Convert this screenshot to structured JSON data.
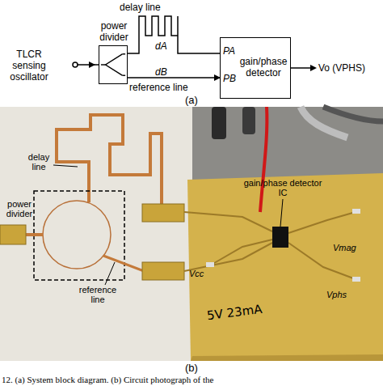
{
  "diagram": {
    "caption": "12. (a) System block diagram. (b) Circuit photograph of the",
    "nodes": [
      {
        "text": [
          "power divider"
        ]
      },
      {
        "text": [
          "gain/phase detector"
        ]
      }
    ],
    "edges": [
      {
        "from": 0,
        "to": 1,
        "label": "delay line",
        "arrow": "none"
      },
      {
        "from": 0,
        "to": 1,
        "label": "reference line",
        "arrow": "to"
      }
    ],
    "labels": [
      "TLCR sensing oscillator",
      "dA",
      "PA",
      "dB",
      "PB",
      "Vo (VPHS)",
      "(a)",
      "delay line",
      "power divider",
      "reference line",
      "gain/phase detector IC",
      "Vcc",
      "Vmag",
      "Vphs",
      "5V 23mA",
      "(b)"
    ]
  }
}
